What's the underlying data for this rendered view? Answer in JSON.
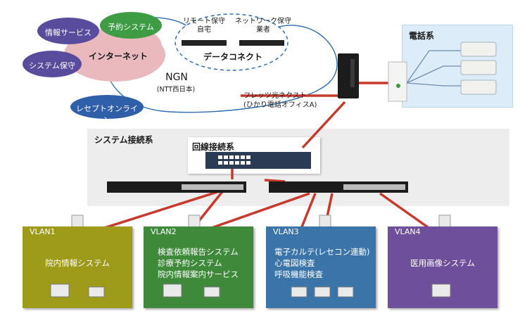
{
  "internet": {
    "cloud_label": "インターネット",
    "bubbles": [
      "情報サービス",
      "予約システム",
      "システム保守",
      "レセプトオンライン"
    ]
  },
  "data_connect": {
    "title": "データコネクト",
    "remote_label_line1": "リモート保守",
    "remote_label_line2": "自宅",
    "network_label_line1": "ネットワーク保守",
    "network_label_line2": "業者"
  },
  "ngn": {
    "title": "NGN",
    "subtitle": "(NTT西日本)"
  },
  "flets": {
    "line1": "フレッツ光ネクスト",
    "line2": "(ひかり電話オフィスA)"
  },
  "phone_system": {
    "title": "電話系"
  },
  "system_connection": {
    "title": "システム接続系"
  },
  "line_connection": {
    "title": "回線接続系"
  },
  "vlans": [
    {
      "tag": "VLAN1",
      "color": "#9e9a1a",
      "lines": [
        "院内情報システム"
      ]
    },
    {
      "tag": "VLAN2",
      "color": "#3e8a3a",
      "lines": [
        "検査依頼報告システム",
        "診療予約システム",
        "院内情報案内サービス"
      ]
    },
    {
      "tag": "VLAN3",
      "color": "#3b74a8",
      "lines": [
        "電子カルテ(レセコン連動)",
        "心電図検査",
        "呼吸機能検査"
      ]
    },
    {
      "tag": "VLAN4",
      "color": "#6e4f9c",
      "lines": [
        "医用画像システム"
      ]
    }
  ],
  "colors": {
    "link": "#c8382c",
    "ngn_ring": "#2f6fb0",
    "internet_cloud": "#e9b9be"
  }
}
